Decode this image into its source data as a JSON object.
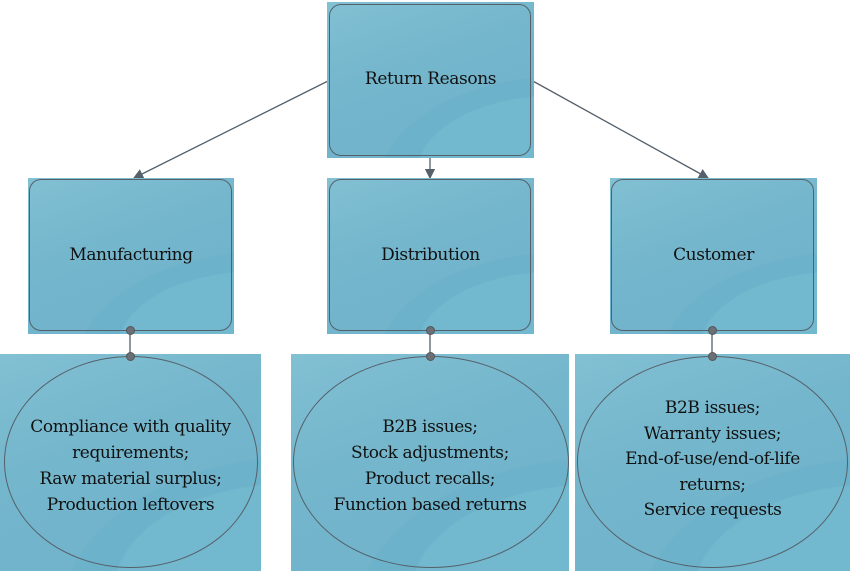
{
  "diagram": {
    "root": {
      "label": "Return Reasons"
    },
    "categories": [
      {
        "label": "Manufacturing",
        "details": [
          "Compliance with quality",
          "requirements;",
          "Raw material  surplus;",
          "Production leftovers"
        ]
      },
      {
        "label": "Distribution",
        "details": [
          "B2B issues;",
          "Stock adjustments;",
          "Product recalls;",
          "Function based returns"
        ]
      },
      {
        "label": "Customer",
        "details": [
          "B2B issues;",
          "Warranty issues;",
          "End-of-use/end-of-life",
          "returns;",
          "Service requests"
        ]
      }
    ],
    "colors": {
      "fill": "#74b6cc",
      "stroke": "#55606a",
      "connector": "#55606a"
    }
  }
}
